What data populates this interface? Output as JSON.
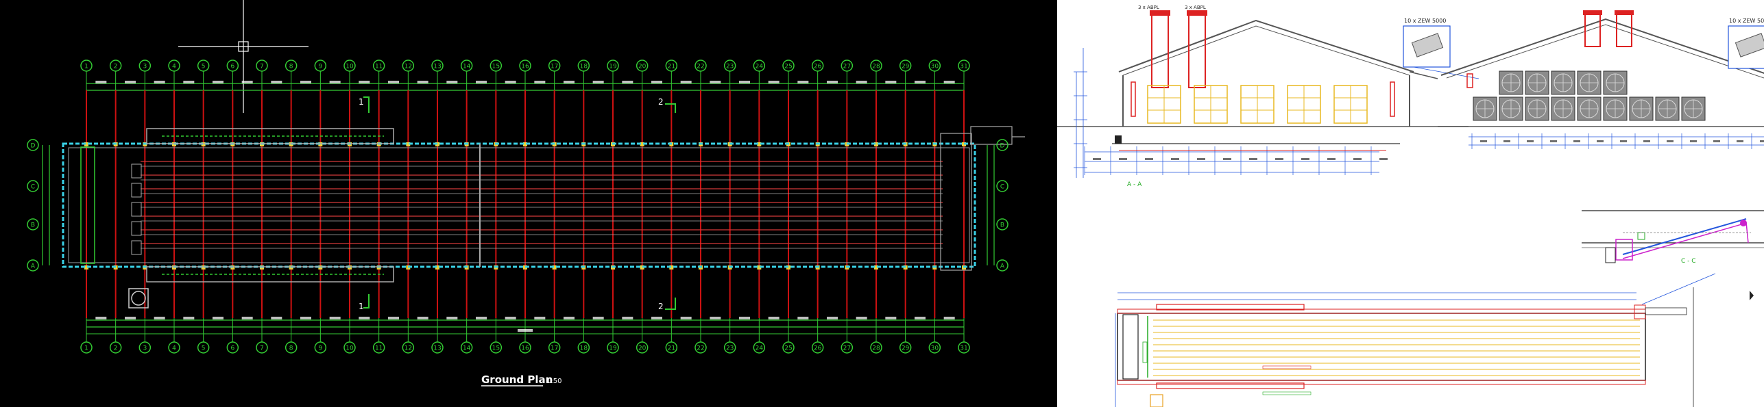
{
  "cad": {
    "colors": {
      "background": "#000000",
      "grid_bubble": "#33cc33",
      "column_line": "#cc1111",
      "wall": "#3ad1e6",
      "title": "#ffffff"
    },
    "column_count": 31,
    "row_axes": [
      "D",
      "C",
      "B",
      "A"
    ],
    "ground_plan_title": "Ground Plan",
    "ground_plan_scale": "1:50",
    "section_marks": [
      "1",
      "2"
    ]
  },
  "drawings": {
    "fan_label_left": "3 x ABPL",
    "fan_label_right": "3 x ABPL",
    "callout_left": "10 x ZEW 5000",
    "callout_right": "10 x ZEW 50",
    "section_a": "A - A",
    "section_c": "C - C",
    "colors": {
      "roof": "#555555",
      "fan": "#dd2222",
      "cage": "#e8b820",
      "dimension": "#2255dd",
      "green": "#22aa22",
      "magenta": "#cc22cc"
    }
  }
}
